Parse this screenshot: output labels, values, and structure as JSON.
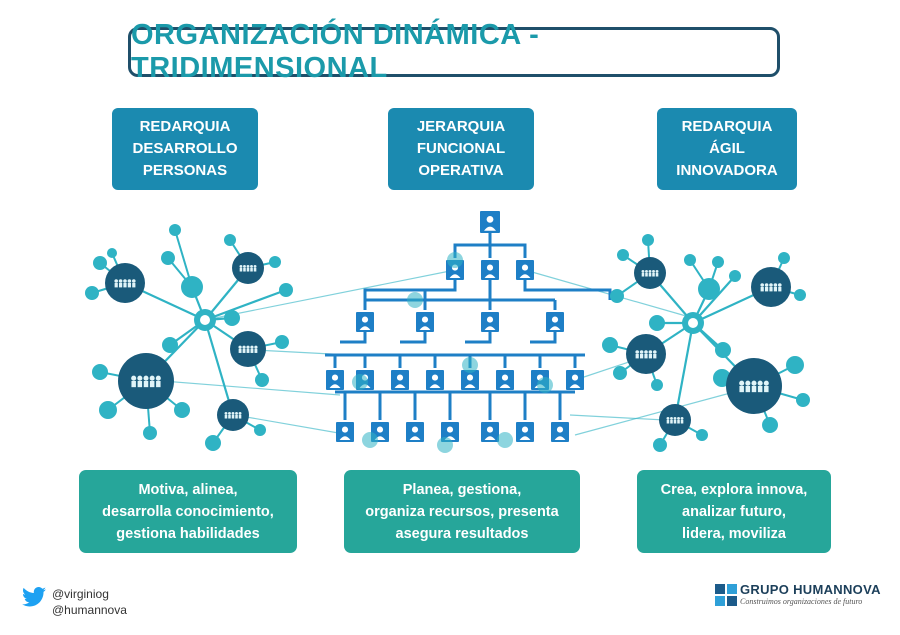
{
  "title": "ORGANIZACIÓN DINÁMICA - TRIDIMENSIONAL",
  "categories": [
    {
      "lines": [
        "REDARQUIA",
        "DESARROLLO",
        "PERSONAS"
      ]
    },
    {
      "lines": [
        "JERARQUIA",
        "FUNCIONAL",
        "OPERATIVA"
      ]
    },
    {
      "lines": [
        "REDARQUIA",
        "ÁGIL",
        "INNOVADORA"
      ]
    }
  ],
  "descriptions": [
    {
      "lines": [
        "Motiva, alinea,",
        "desarrolla conocimiento,",
        "gestiona habilidades"
      ]
    },
    {
      "lines": [
        "Planea, gestiona,",
        "organiza recursos, presenta",
        "asegura resultados"
      ]
    },
    {
      "lines": [
        "Crea, explora innova,",
        "analizar futuro,",
        "lidera, moviliza"
      ]
    }
  ],
  "footer": {
    "handles": [
      "@virginiog",
      "@humannova"
    ],
    "brand_name": "GRUPO HUMANNOVA",
    "brand_tagline": "Construimos organizaciones de futuro"
  },
  "colors": {
    "title_border": "#1f4f6a",
    "title_text": "#1b9aaa",
    "category_box": "#1b8ab0",
    "description_box": "#26a69a",
    "node_dark": "#1a5a7a",
    "node_light": "#2fb3c4",
    "org_box": "#1e7fc6",
    "twitter_icon": "#1da1f2",
    "brand_logo": "#1c5b8a"
  },
  "icons": [
    "twitter-icon",
    "humannova-logo",
    "person-icon",
    "people-group-icon"
  ]
}
